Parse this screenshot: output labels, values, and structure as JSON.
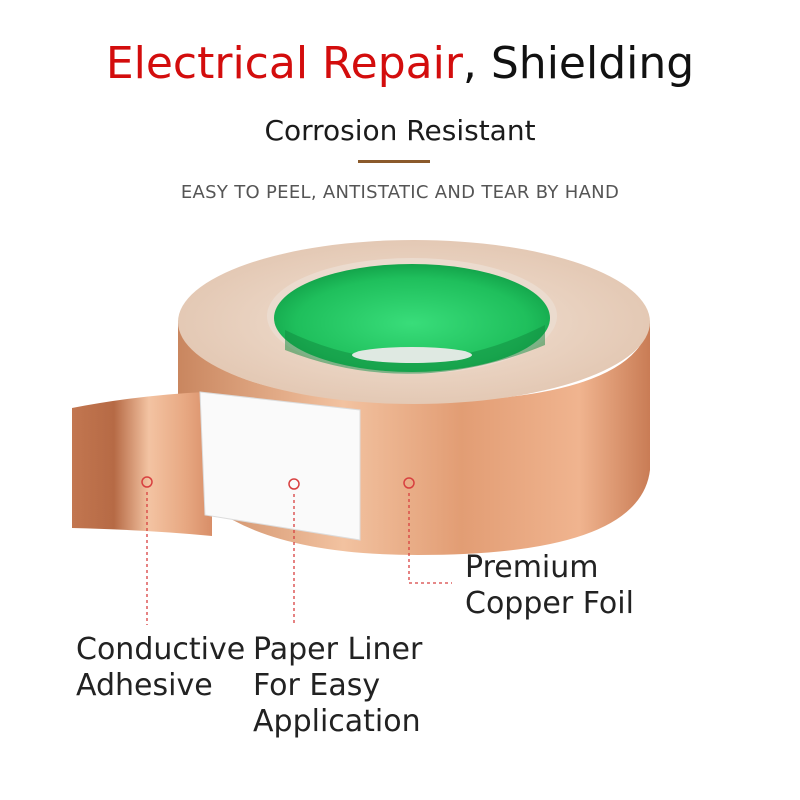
{
  "header": {
    "title_highlight": "Electrical Repair",
    "title_rest": ", Shielding",
    "subtitle": "Corrosion Resistant",
    "tagline": "EASY TO PEEL, ANTISTATIC AND TEAR BY HAND"
  },
  "callouts": {
    "adhesive": [
      "Conductive",
      "Adhesive"
    ],
    "liner": [
      "Paper Liner",
      "For Easy",
      "Application"
    ],
    "foil": [
      "Premium",
      "Copper Foil"
    ]
  },
  "colors": {
    "accent_red": "#d30d0d",
    "copper": "#e0a27a",
    "core_green": "#22c462",
    "leader_line": "#d84040",
    "divider": "#8b5a2b"
  }
}
